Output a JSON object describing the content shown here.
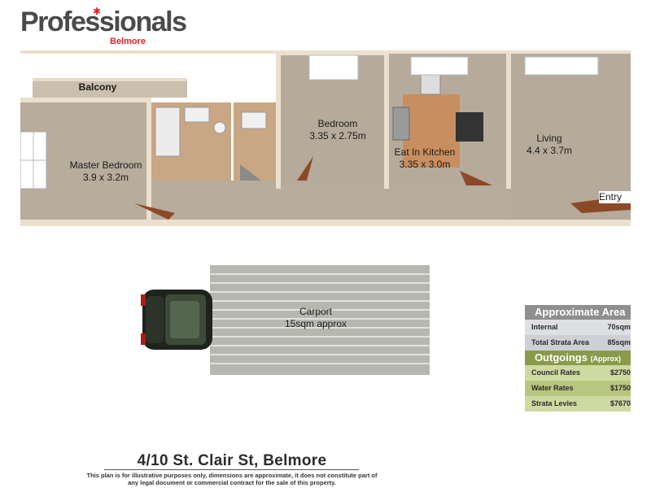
{
  "brand": {
    "name": "Professionals",
    "office": "Belmore"
  },
  "rooms": [
    {
      "id": "balcony",
      "name": "Balcony",
      "dims": ""
    },
    {
      "id": "master-bedroom",
      "name": "Master Bedroom",
      "dims": "3.9 x 3.2m"
    },
    {
      "id": "bedroom",
      "name": "Bedroom",
      "dims": "3.35 x 2.75m"
    },
    {
      "id": "kitchen",
      "name": "Eat In Kitchen",
      "dims": "3.35 x 3.0m"
    },
    {
      "id": "living",
      "name": "Living",
      "dims": "4.4 x 3.7m"
    },
    {
      "id": "entry",
      "name": "Entry",
      "dims": ""
    }
  ],
  "carport": {
    "name": "Carport",
    "dims": "15sqm approx"
  },
  "area_table": {
    "title": "Approximate Area",
    "rows": [
      {
        "label": "Internal",
        "value": "70sqm"
      },
      {
        "label": "Total Strata Area",
        "value": "85sqm"
      }
    ]
  },
  "outgoings_table": {
    "title": "Outgoings",
    "note": "(Approx)",
    "rows": [
      {
        "label": "Council Rates",
        "value": "$2750"
      },
      {
        "label": "Water Rates",
        "value": "$1750"
      },
      {
        "label": "Strata Levies",
        "value": "$7670"
      }
    ]
  },
  "address": "4/10 St. Clair St, Belmore",
  "disclaimer": "This plan is for illustrative purposes only, dimensions are approximate, it does not constitute part of any legal document or commercial contract for the sale of this property.",
  "colors": {
    "brand_red": "#d7262b",
    "wall": "#e8dcc9",
    "floor_carpet": "#b9aa9a",
    "floor_timber": "#c98e5f"
  }
}
